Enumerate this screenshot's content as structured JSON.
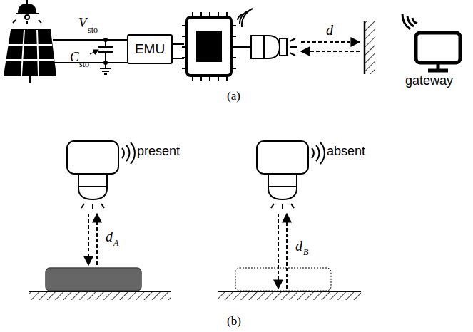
{
  "diagram": {
    "nodes": [
      {
        "text": [
          "EMU"
        ]
      }
    ],
    "labels": [
      "V",
      "sto",
      "C",
      "sto",
      "d",
      "gateway",
      "(a)",
      "present",
      "d",
      "A",
      "absent",
      "d",
      "B",
      "(b)"
    ]
  }
}
